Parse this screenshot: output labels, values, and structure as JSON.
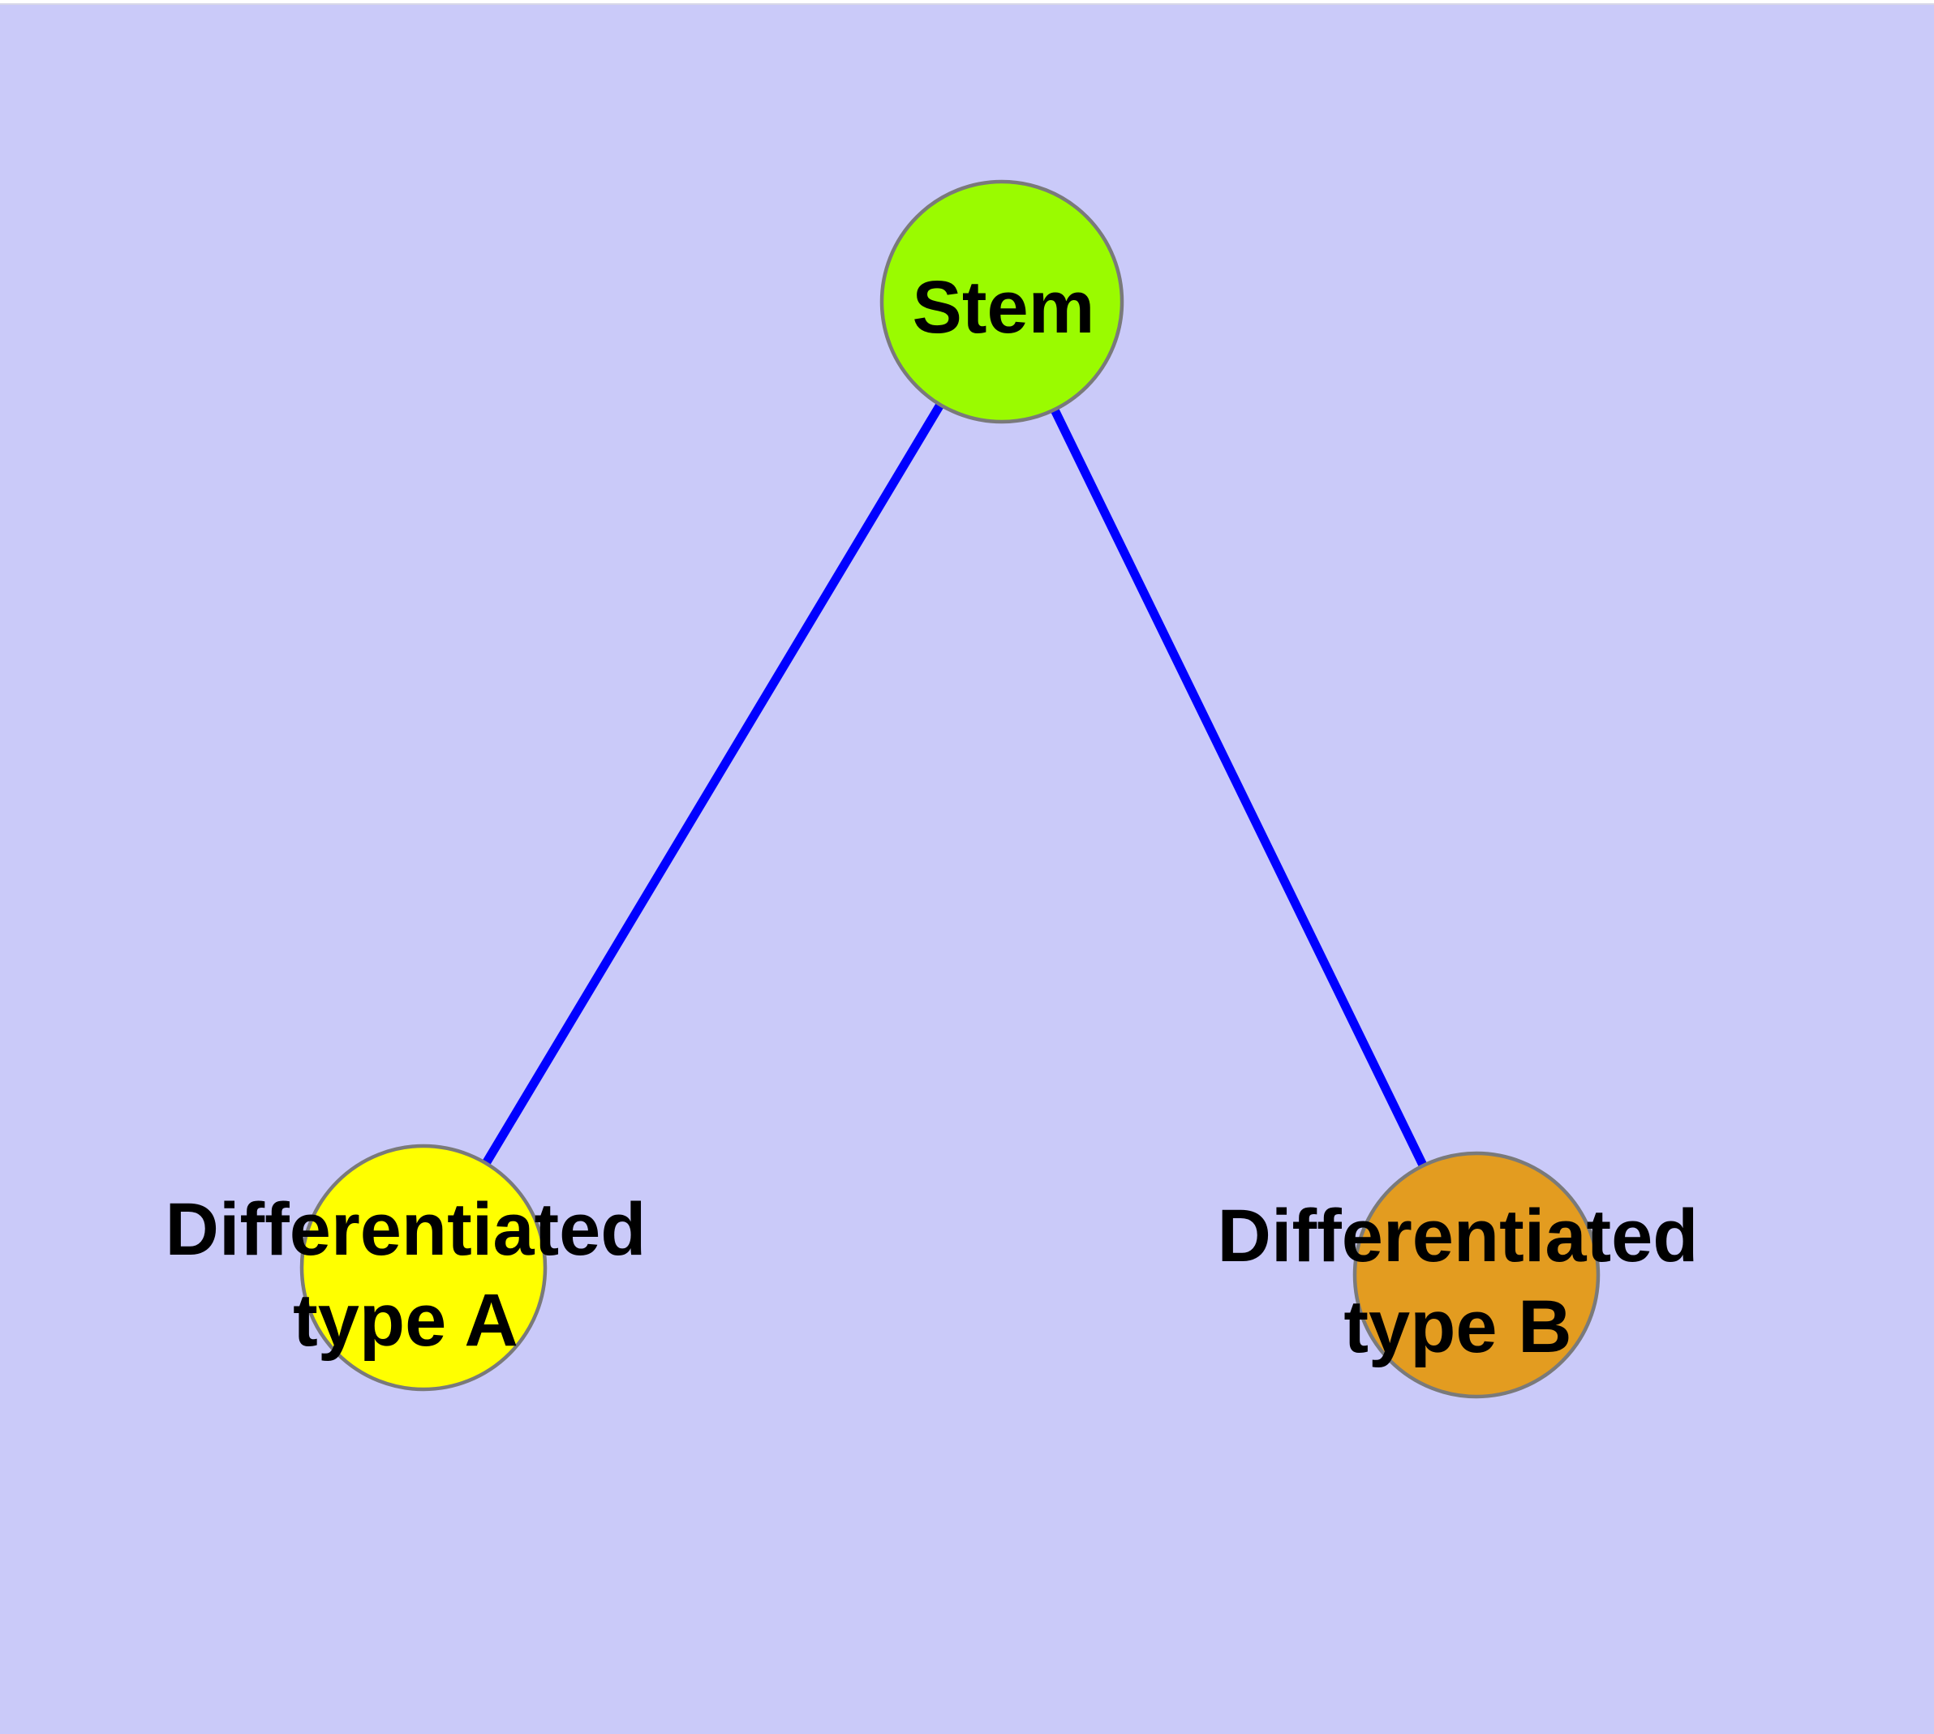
{
  "diagram": {
    "background_color": "#CACAF9",
    "top_edge_color": "#FFFFFF",
    "top_edge_line_color": "#D8D8E8",
    "edge_color": "#0000FF",
    "node_border_color": "#7A7A7A",
    "nodes": {
      "stem": {
        "label": "Stem",
        "fill": "#9AFB00"
      },
      "type_a": {
        "label_line1": "Differentiated",
        "label_line2": "type A",
        "fill": "#FFFF00"
      },
      "type_b": {
        "label_line1": "Differentiated",
        "label_line2": "type B",
        "fill": "#E39C20"
      }
    },
    "edges": [
      {
        "from": "stem",
        "to": "type_a"
      },
      {
        "from": "stem",
        "to": "type_b"
      }
    ]
  }
}
